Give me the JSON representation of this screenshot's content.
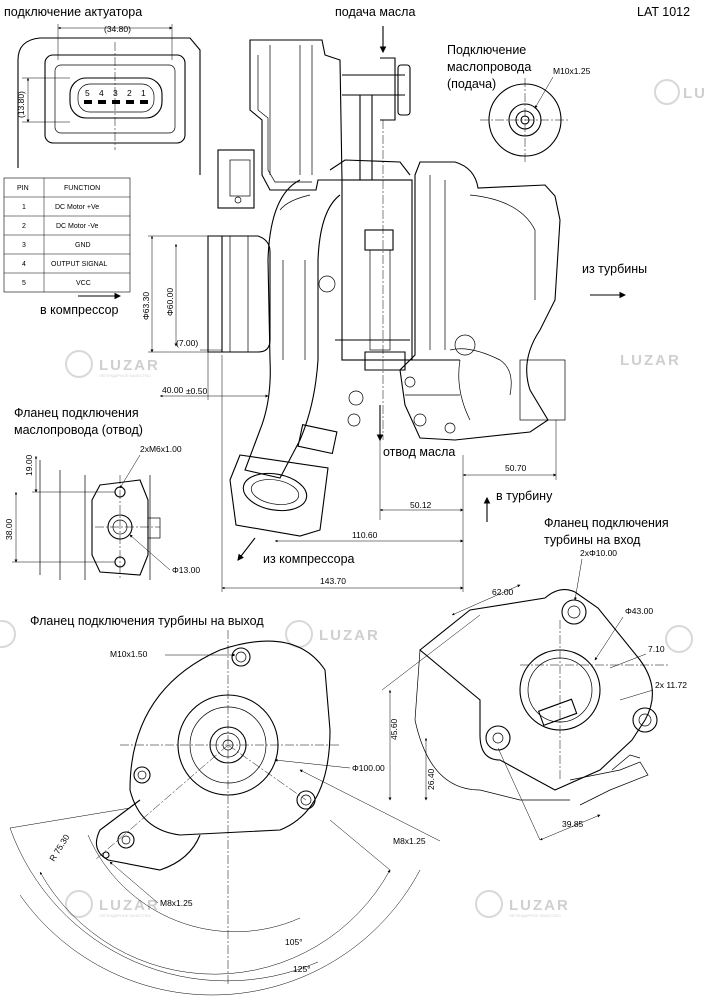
{
  "part_number": "LAT 1012",
  "labels": {
    "actuator_connection": "подключение актуатора",
    "oil_supply": "подача масла",
    "oil_pipe_connection": "Подключение\nмаслопровода\n(подача)",
    "from_turbine": "из турбины",
    "to_compressor": "в компрессор",
    "oil_return_flange": "Фланец подключения\nмаслопровода (отвод)",
    "oil_return": "отвод масла",
    "to_turbine": "в турбину",
    "from_compressor": "из компрессора",
    "turbine_inlet_flange": "Фланец подключения\nтурбины на вход",
    "turbine_outlet_flange": "Фланец подключения турбины на выход"
  },
  "pin_table": {
    "headers": [
      "PIN",
      "FUNCTION"
    ],
    "rows": [
      [
        "1",
        "DC Motor +Ve"
      ],
      [
        "2",
        "DC Motor -Ve"
      ],
      [
        "3",
        "GND"
      ],
      [
        "4",
        "OUTPUT SIGNAL"
      ],
      [
        "5",
        "VCC"
      ]
    ]
  },
  "connector_pins": [
    "5",
    "4",
    "3",
    "2",
    "1"
  ],
  "dimensions": {
    "conn_width": "(34.80)",
    "conn_height": "(13.80)",
    "oil_thread": "M10x1.25",
    "d63": "Φ63.30",
    "d60": "Φ60.00",
    "l7": "(7.00)",
    "l40": "40.00",
    "l40_tol": "±0.50",
    "holes_2xm6": "2xM6x1.00",
    "h19": "19.00",
    "h38": "38.00",
    "d13": "Φ13.00",
    "l110": "110.60",
    "l50_12": "50.12",
    "l50_70": "50.70",
    "l143": "143.70",
    "holes_2x10": "2xΦ10.00",
    "l62": "62.00",
    "d43": "Φ43.00",
    "l7_10": "7.10",
    "l2x11": "2x 11.72",
    "l45": "45.60",
    "l26": "26.40",
    "l39": "39.85",
    "m8_a": "M8x1.25",
    "m10_15": "M10x1.50",
    "d100": "Φ100.00",
    "r75": "R 75.30",
    "m8_b": "M8x1.25",
    "ang105": "105°",
    "ang125": "125°"
  },
  "watermark": {
    "brand": "LUZAR",
    "tagline": "ЛЕГЕНДАРНОЕ КАЧЕСТВО"
  }
}
